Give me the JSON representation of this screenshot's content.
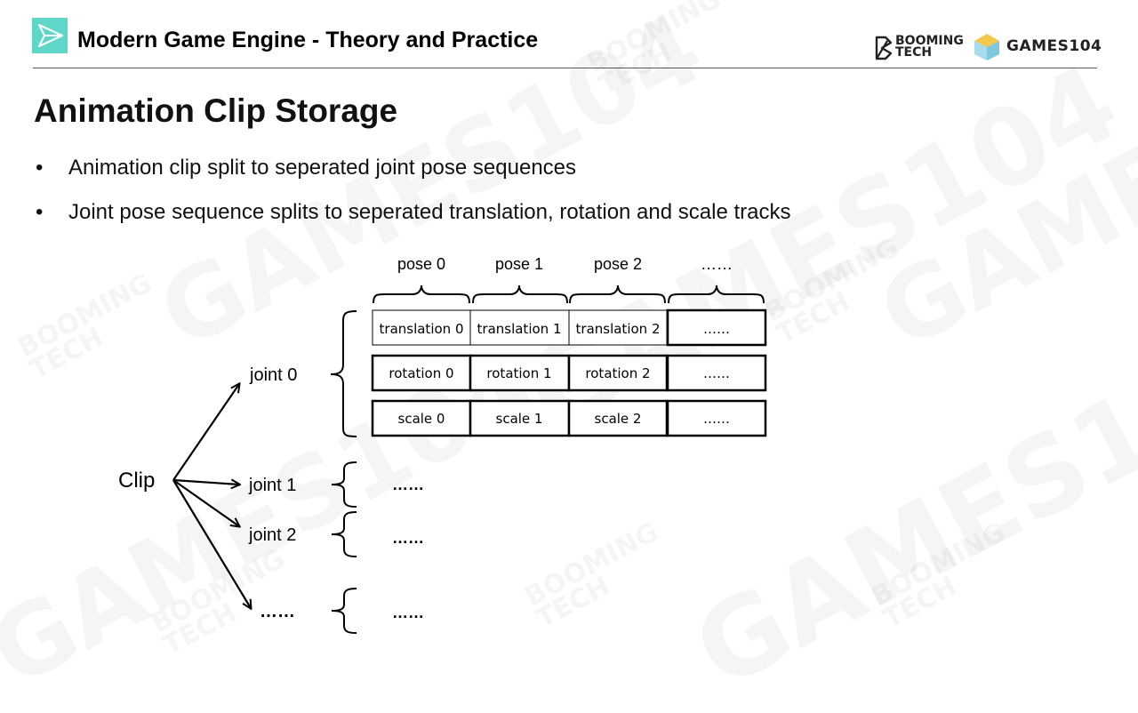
{
  "header": {
    "title": "Modern Game Engine - Theory and Practice",
    "brand_booming": [
      "BOOMING",
      "TECH"
    ],
    "brand_games": "GAMES104",
    "accent_color": "#5ed6c8"
  },
  "slide": {
    "title": "Animation Clip Storage",
    "bullets": [
      "Animation clip split to seperated joint pose sequences",
      "Joint pose sequence splits to seperated translation, rotation and scale tracks"
    ]
  },
  "diagram": {
    "root_label": "Clip",
    "poses": [
      "pose 0",
      "pose 1",
      "pose 2",
      "……"
    ],
    "joints": [
      "joint 0",
      "joint 1",
      "joint 2",
      "……"
    ],
    "placeholder": "……",
    "tracks": [
      [
        "translation 0",
        "translation 1",
        "translation 2",
        "……"
      ],
      [
        "rotation 0",
        "rotation 1",
        "rotation 2",
        "……"
      ],
      [
        "scale 0",
        "scale 1",
        "scale 2",
        "……"
      ]
    ]
  },
  "watermarks": {
    "games": "GAMES104",
    "booming": [
      "BOOMING",
      "TECH"
    ]
  }
}
